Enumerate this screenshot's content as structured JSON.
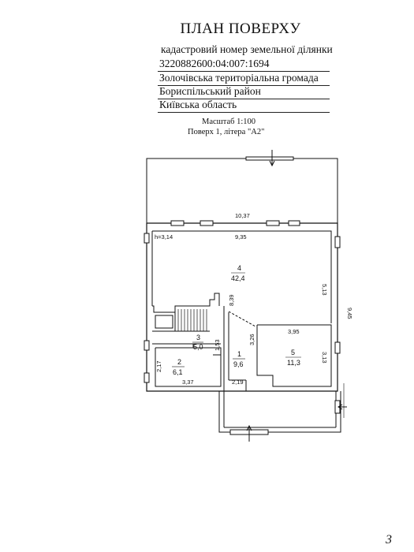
{
  "header": {
    "title": "ПЛАН ПОВЕРХУ",
    "cadastral_label": "кадастровий номер земельної ділянки",
    "cadastral_number": "3220882600:04:007:1694",
    "community": "Золочівська територіальна громада",
    "district": "Бориспільський район",
    "region": "Київська область"
  },
  "scale": {
    "scale_label": "Масштаб 1:100",
    "floor_label": "Поверх 1,  літера \"А2\""
  },
  "plan": {
    "dims": {
      "top_width": "10,37",
      "inner_width": "9,35",
      "ceiling_height": "h=3,14",
      "right_inner": "5,13",
      "right_outer": "9,45",
      "stair_height": "8,39",
      "room3_side": "1,53",
      "room2_side": "2,17",
      "room2_bottom": "3,37",
      "room1_bottom": "2,19",
      "room1_side": "3,26",
      "room5_top": "3,95",
      "room5_side": "3,13"
    },
    "rooms": [
      {
        "number": "4",
        "area": "42,4"
      },
      {
        "number": "3",
        "area": "5,0"
      },
      {
        "number": "2",
        "area": "6,1"
      },
      {
        "number": "1",
        "area": "9,6"
      },
      {
        "number": "5",
        "area": "11,3"
      }
    ]
  },
  "page_number": "3"
}
